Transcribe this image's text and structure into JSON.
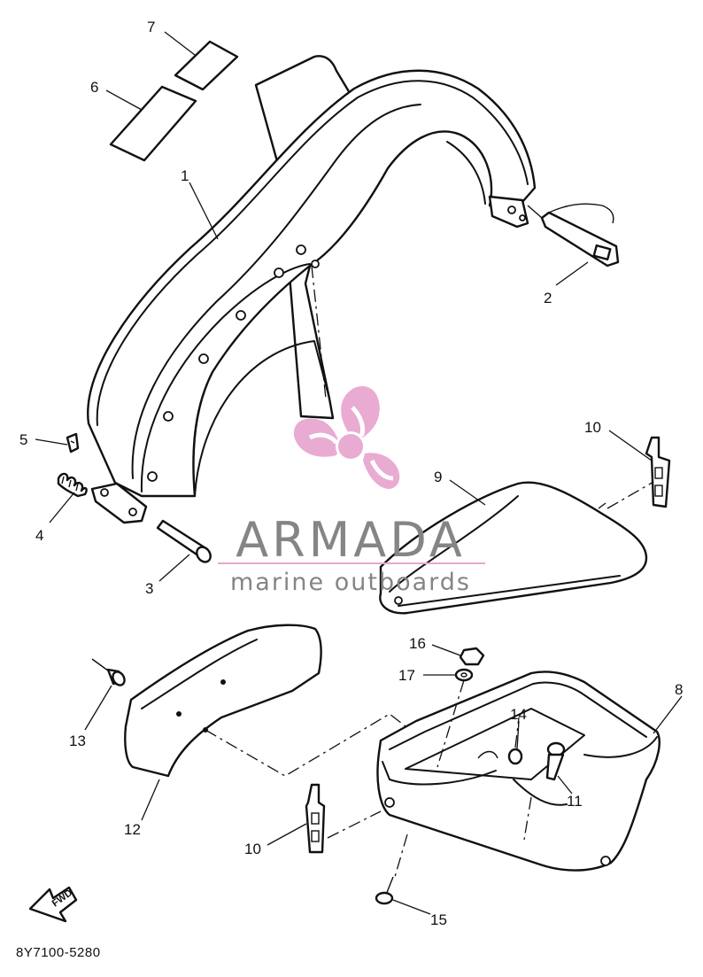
{
  "diagram": {
    "part_code": "8Y7100-5280",
    "direction_label": "FWD",
    "callouts": [
      {
        "id": "c1",
        "label": "1"
      },
      {
        "id": "c2",
        "label": "2"
      },
      {
        "id": "c3",
        "label": "3"
      },
      {
        "id": "c4",
        "label": "4"
      },
      {
        "id": "c5",
        "label": "5"
      },
      {
        "id": "c6",
        "label": "6"
      },
      {
        "id": "c7",
        "label": "7"
      },
      {
        "id": "c8",
        "label": "8"
      },
      {
        "id": "c9",
        "label": "9"
      },
      {
        "id": "c10a",
        "label": "10"
      },
      {
        "id": "c10b",
        "label": "10"
      },
      {
        "id": "c11",
        "label": "11"
      },
      {
        "id": "c12",
        "label": "12"
      },
      {
        "id": "c13",
        "label": "13"
      },
      {
        "id": "c14",
        "label": "14"
      },
      {
        "id": "c15",
        "label": "15"
      },
      {
        "id": "c16",
        "label": "16"
      },
      {
        "id": "c17",
        "label": "17"
      }
    ]
  },
  "watermark": {
    "brand": "ARMADA",
    "tagline": "marine outboards",
    "logo_color": "#e8a7cf",
    "text_color": "#858585"
  },
  "colors": {
    "line": "#111111",
    "background": "#ffffff"
  }
}
